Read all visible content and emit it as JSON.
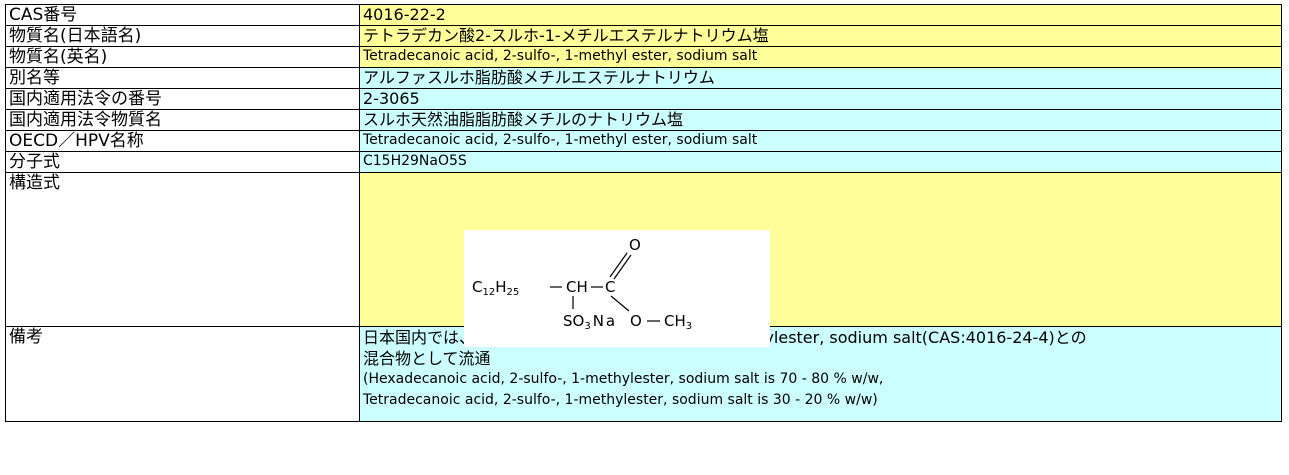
{
  "rows": [
    {
      "label": "CAS番号",
      "value": "4016-22-2"
    },
    {
      "label": "物質名(日本語名)",
      "value": "テトラデカン酸2-スルホ-1-メチルエステルナトリウム塩"
    },
    {
      "label": "物質名(英名)",
      "value": "Tetradecanoic acid, 2-sulfo-, 1-methyl ester, sodium salt"
    },
    {
      "label": "別名等",
      "value": "アルファスルホ脂肪酸メチルエステルナトリウム"
    },
    {
      "label": "国内適用法令の番号",
      "value": "2-3065"
    },
    {
      "label": "国内適用法令物質名",
      "value": "スルホ天然油脂脂肪酸メチルのナトリウム塩"
    },
    {
      "label": "OECD／HPV名称",
      "value": "Tetradecanoic acid, 2-sulfo-, 1-methyl ester, sodium salt"
    },
    {
      "label": "分子式",
      "value": "C15H29NaO5S"
    },
    {
      "label": "構造式",
      "value": ""
    },
    {
      "label": "備考",
      "value": ""
    }
  ],
  "structure": {
    "chain_c": "C",
    "chain_c_sub": "12",
    "chain_h": "H",
    "chain_h_sub": "25",
    "ch": "CH",
    "carbonyl_c": "C",
    "carbonyl_o": "O",
    "sulfo": "SO",
    "sulfo_sub": "3",
    "sodium": "Na",
    "ester_o": "O",
    "methyl": "CH",
    "methyl_sub": "3"
  },
  "remarks": {
    "line1": "日本国内では、Hexadecanoic acid, 2-sulfo-, 1-methylester, sodium salt(CAS:4016-24-4)との",
    "line2": "混合物として流通",
    "line3": "(Hexadecanoic acid, 2-sulfo-, 1-methylester, sodium salt is 70 - 80 % w/w,",
    "line4": "Tetradecanoic acid, 2-sulfo-, 1-methylester, sodium salt is 30 - 20 % w/w)"
  },
  "colors": {
    "yellow": "#ffff99",
    "cyan": "#ccffff"
  }
}
